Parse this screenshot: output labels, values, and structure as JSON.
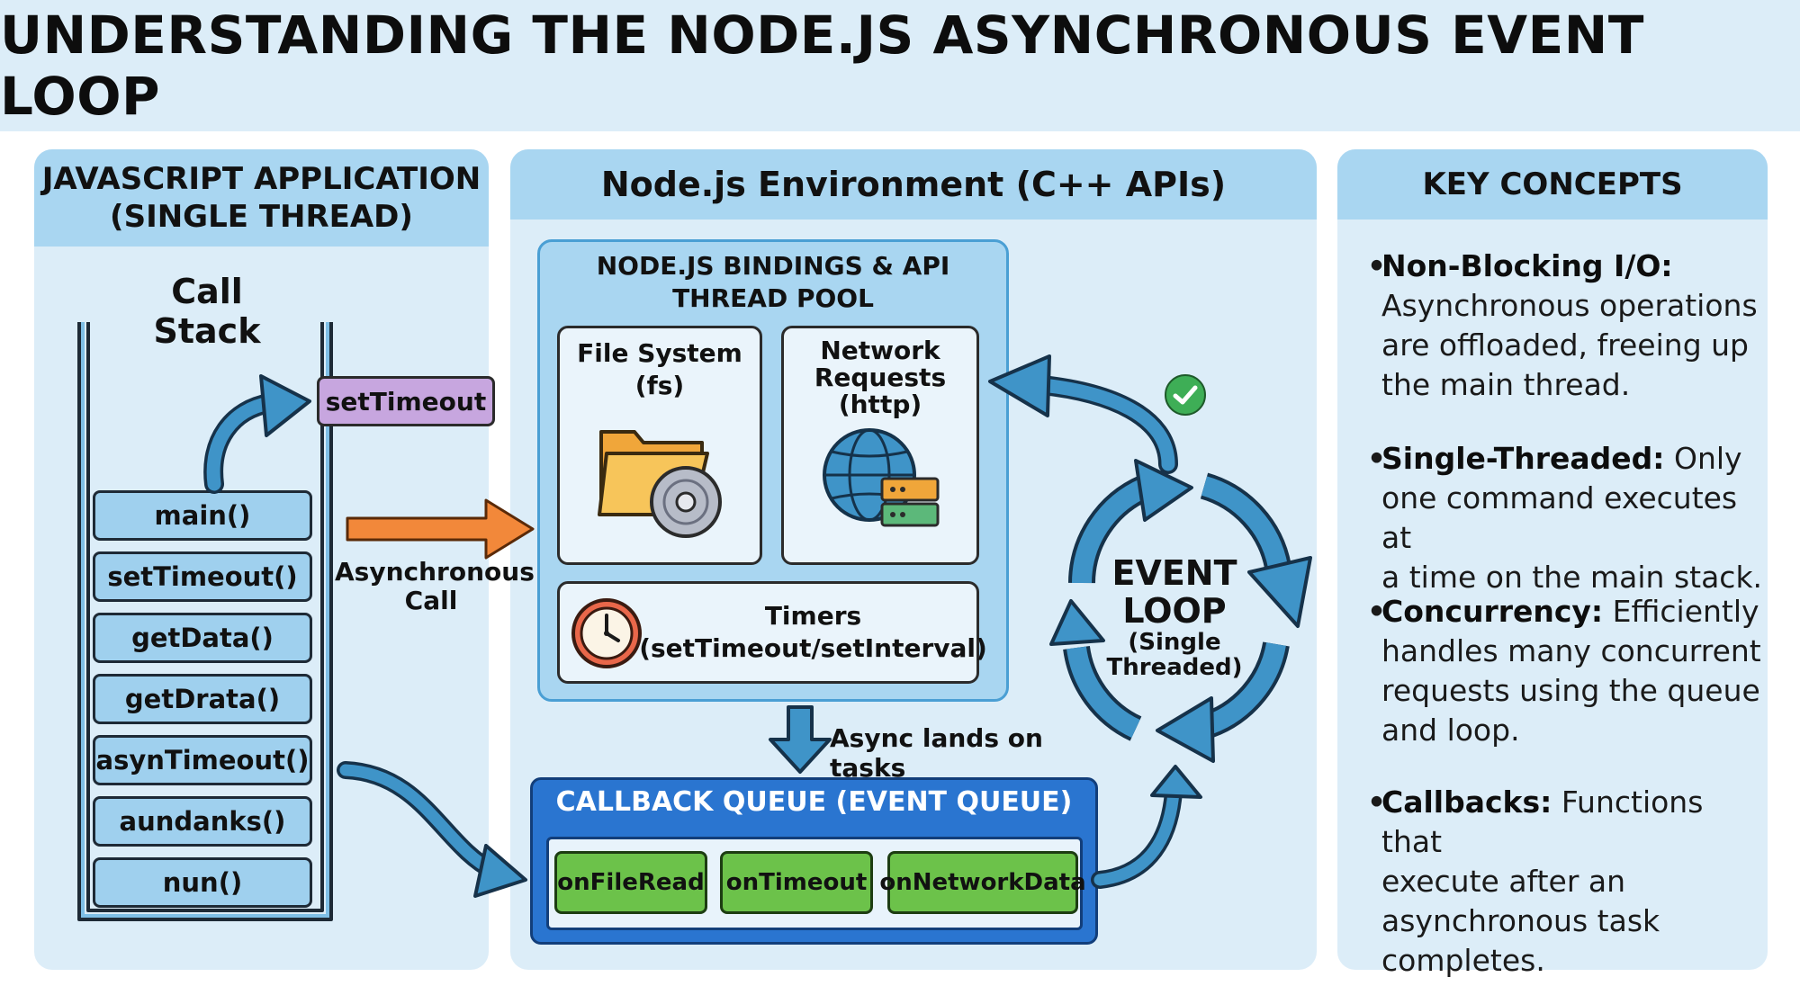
{
  "title": "UNDERSTANDING THE NODE.JS ASYNCHRONOUS EVENT LOOP",
  "js_app": {
    "header_line1": "JAVASCRIPT APPLICATION",
    "header_line2": "(SINGLE THREAD)",
    "call_stack_label": "Call Stack",
    "settimeout_badge": "setTimeout",
    "stack_items": [
      "main()",
      "setTimeout()",
      "getData()",
      "getDrata()",
      "asynTimeout()",
      "aundanks()",
      "nun()"
    ]
  },
  "async_call": {
    "line1": "Asynchronous",
    "line2": "Call"
  },
  "node_env": {
    "header": "Node.js Environment (C++ APIs)",
    "bindings_line1": "NODE.JS BINDINGS & API",
    "bindings_line2": "THREAD POOL",
    "fs_line1": "File System",
    "fs_line2": "(fs)",
    "net_line1": "Network",
    "net_line2": "Requests",
    "net_line3": "(http)",
    "timers_line1": "Timers",
    "timers_line2": "(setTimeout/setInterval)",
    "async_lands": "Async lands on tasks"
  },
  "callback_queue": {
    "header": "CALLBACK QUEUE (EVENT QUEUE)",
    "tasks": [
      "onFileRead",
      "onTimeout",
      "onNetworkData"
    ]
  },
  "event_loop": {
    "line1": "EVENT",
    "line2": "LOOP",
    "line3": "(Single",
    "line4": "Threaded)"
  },
  "key_concepts": {
    "header": "KEY CONCEPTS",
    "bullet": "•",
    "items": [
      {
        "term": "Non-Blocking I/O:",
        "line1": "Asynchronous operations",
        "line2": "are offloaded, freeing up",
        "line3": "the main thread."
      },
      {
        "term": "Single-Threaded:",
        "rest": "Only",
        "line1": "one command executes at",
        "line2": "a time on the main stack."
      },
      {
        "term": "Concurrency:",
        "rest": "Efficiently",
        "line1": "handles many concurrent",
        "line2": "requests using the queue",
        "line3": "and loop."
      },
      {
        "term": "Callbacks:",
        "rest": "Functions that",
        "line1": "execute after an",
        "line2": "asynchronous task",
        "line3": "completes."
      }
    ]
  },
  "colors": {
    "banner_bg": "#dcedf8",
    "panel_bg": "#dcedf8",
    "panel_header": "#a9d6f1",
    "stack_item": "#9fd0ee",
    "settimeout_badge": "#c7a6df",
    "async_arrow": "#f2883a",
    "flow_arrow": "#3f94c8",
    "queue_border": "#1f5fb4",
    "task_green": "#6cc24a",
    "check_green": "#3eae56"
  },
  "icons": [
    "folder-disc-icon",
    "globe-server-icon",
    "clock-icon",
    "check-icon"
  ]
}
